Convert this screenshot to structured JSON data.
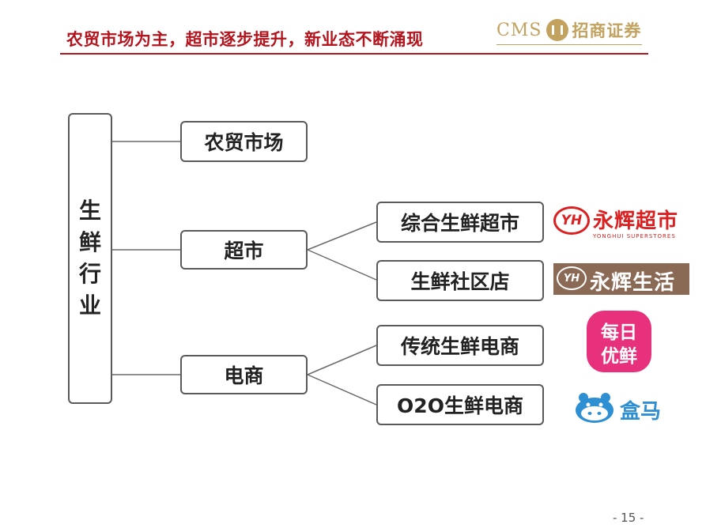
{
  "header": {
    "title": "农贸市场为主，超市逐步提升，新业态不断涌现",
    "brand_latin": "CMS",
    "brand_name": "招商证券",
    "accent_color": "#b3141d",
    "brand_color": "#c2a25e"
  },
  "diagram": {
    "root": {
      "chars": [
        "生",
        "鲜",
        "行",
        "业"
      ]
    },
    "level1": [
      {
        "id": "farmers-market",
        "label": "农贸市场"
      },
      {
        "id": "supermarket",
        "label": "超市"
      },
      {
        "id": "ecommerce",
        "label": "电商"
      }
    ],
    "level2": [
      {
        "id": "comprehensive-fresh-supermarket",
        "parent": "supermarket",
        "label": "综合生鲜超市"
      },
      {
        "id": "fresh-community-store",
        "parent": "supermarket",
        "label": "生鲜社区店"
      },
      {
        "id": "traditional-fresh-ecommerce",
        "parent": "ecommerce",
        "label": "传统生鲜电商"
      },
      {
        "id": "o2o-fresh-ecommerce",
        "parent": "ecommerce",
        "label": "O2O生鲜电商"
      }
    ]
  },
  "logos": {
    "yonghui_supermarket": {
      "mark": "YH",
      "name": "永辉超市",
      "sub": "YONGHUI SUPERSTORES",
      "icon": "yonghui-logo-icon",
      "color": "#d92121"
    },
    "yonghui_life": {
      "mark": "YH",
      "name": "永辉生活",
      "icon": "yonghui-life-logo-icon",
      "color": "#8a6a55"
    },
    "missfresh": {
      "line1": "每日",
      "line2": "优鲜",
      "icon": "missfresh-logo-icon",
      "color": "#e8317c"
    },
    "hema": {
      "name": "盒马",
      "icon": "hema-hippo-icon",
      "color": "#2f8fd3"
    }
  },
  "footer": {
    "page_number": "- 15 -"
  }
}
